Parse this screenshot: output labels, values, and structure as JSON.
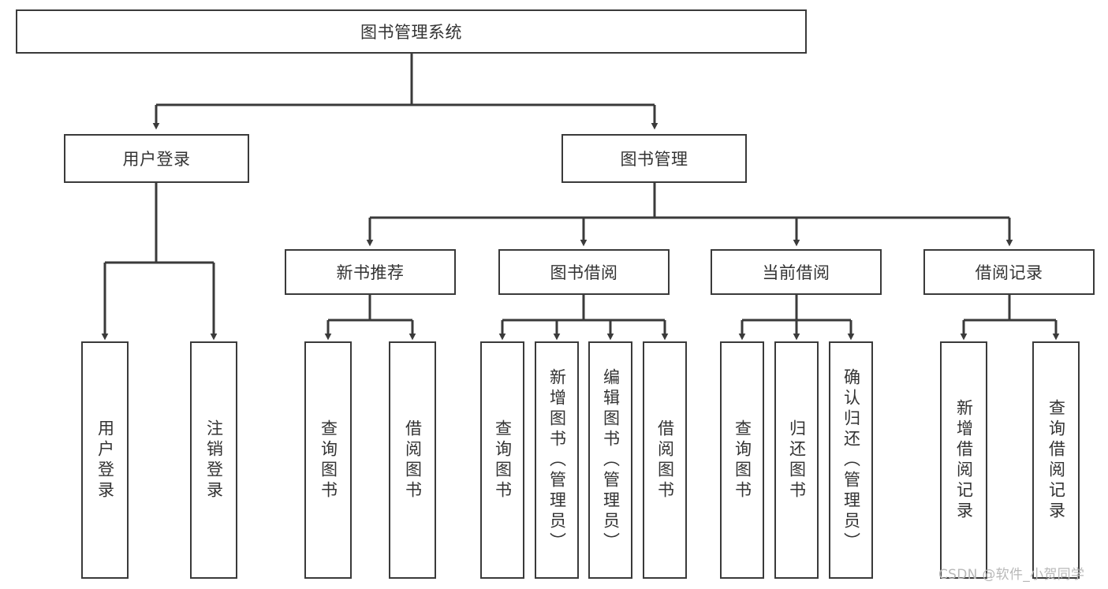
{
  "diagram": {
    "title": "图书管理系统",
    "type": "hierarchy-tree",
    "root": {
      "id": "root",
      "label": "图书管理系统"
    },
    "level2": [
      {
        "id": "user-login",
        "label": "用户登录"
      },
      {
        "id": "book-manage",
        "label": "图书管理"
      }
    ],
    "level3": [
      {
        "id": "new-book-rec",
        "label": "新书推荐",
        "parent": "book-manage"
      },
      {
        "id": "book-borrow",
        "label": "图书借阅",
        "parent": "book-manage"
      },
      {
        "id": "current-borrow",
        "label": "当前借阅",
        "parent": "book-manage"
      },
      {
        "id": "borrow-record",
        "label": "借阅记录",
        "parent": "book-manage"
      }
    ],
    "leaves": [
      {
        "id": "leaf-user-login",
        "label": "用户登录",
        "parent": "user-login"
      },
      {
        "id": "leaf-logout",
        "label": "注销登录",
        "parent": "user-login"
      },
      {
        "id": "leaf-query-book-1",
        "label": "查询图书",
        "parent": "new-book-rec"
      },
      {
        "id": "leaf-borrow-book-1",
        "label": "借阅图书",
        "parent": "new-book-rec"
      },
      {
        "id": "leaf-query-book-2",
        "label": "查询图书",
        "parent": "book-borrow"
      },
      {
        "id": "leaf-add-book",
        "label": "新增图书（管理员）",
        "parent": "book-borrow"
      },
      {
        "id": "leaf-edit-book",
        "label": "编辑图书（管理员）",
        "parent": "book-borrow"
      },
      {
        "id": "leaf-borrow-book-2",
        "label": "借阅图书",
        "parent": "book-borrow"
      },
      {
        "id": "leaf-query-book-3",
        "label": "查询图书",
        "parent": "current-borrow"
      },
      {
        "id": "leaf-return-book",
        "label": "归还图书",
        "parent": "current-borrow"
      },
      {
        "id": "leaf-confirm-return",
        "label": "确认归还（管理员）",
        "parent": "current-borrow"
      },
      {
        "id": "leaf-add-record",
        "label": "新增借阅记录",
        "parent": "borrow-record"
      },
      {
        "id": "leaf-query-record",
        "label": "查询借阅记录",
        "parent": "borrow-record"
      }
    ],
    "colors": {
      "border": "#3a3a3a",
      "text": "#333333",
      "background": "#ffffff",
      "connector": "#3a3a3a",
      "watermark": "#b8b8b8"
    }
  },
  "watermark": {
    "text": "CSDN @软件_小贺同学"
  }
}
